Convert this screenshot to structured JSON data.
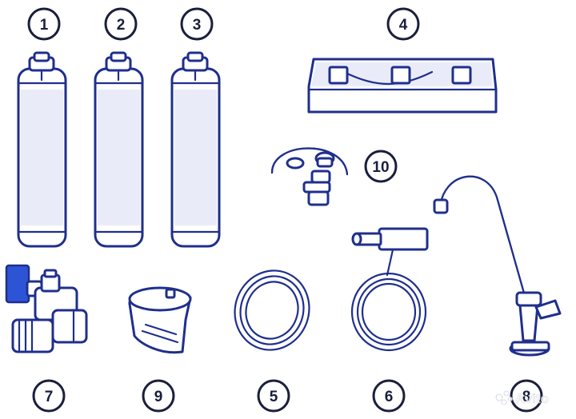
{
  "colors": {
    "outline": "#1f2f8c",
    "accent_blue": "#2e54d6",
    "number_text": "#1a1f3c",
    "background": "#ffffff"
  },
  "labels": {
    "n1": "1",
    "n2": "2",
    "n3": "3",
    "n4": "4",
    "n5": "5",
    "n6": "6",
    "n7": "7",
    "n8": "8",
    "n9": "9",
    "n10": "10"
  },
  "watermark": "Avito",
  "parts": [
    {
      "id": "filter-cartridge-1",
      "label_ref": "n1",
      "icon": "cartridge"
    },
    {
      "id": "filter-cartridge-2",
      "label_ref": "n2",
      "icon": "cartridge"
    },
    {
      "id": "filter-cartridge-3",
      "label_ref": "n3",
      "icon": "cartridge"
    },
    {
      "id": "mounting-bracket",
      "label_ref": "n4",
      "icon": "bracket"
    },
    {
      "id": "small-fittings",
      "label_ref": "n10",
      "icon": "fittings"
    },
    {
      "id": "faucet",
      "label_ref": "n8",
      "icon": "faucet"
    },
    {
      "id": "tube-coil-with-adapter",
      "label_ref": "n6",
      "icon": "coil-adapter"
    },
    {
      "id": "tube-coil",
      "label_ref": "n5",
      "icon": "coil"
    },
    {
      "id": "drain-clamp",
      "label_ref": "n9",
      "icon": "clamp"
    },
    {
      "id": "feed-valve",
      "label_ref": "n7",
      "icon": "valve"
    }
  ]
}
